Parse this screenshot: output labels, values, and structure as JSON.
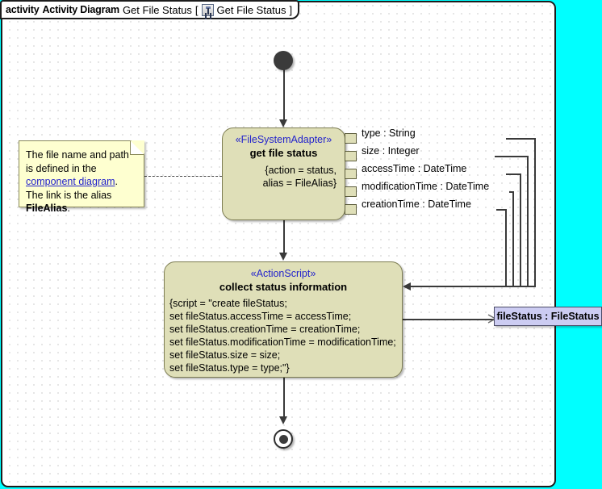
{
  "header": {
    "keyword": "activity",
    "diagram_type": "Activity Diagram",
    "diagram_name": "Get File Status",
    "bracket_open": "[",
    "icon": "activity-diagram-icon",
    "context_name": "Get File Status",
    "bracket_close": "]"
  },
  "canvas": {
    "background": "#ffffff",
    "outside_background": "#00ffff",
    "grid": "dot-grid-10px"
  },
  "nodes": {
    "initial": {
      "name": "initial-node",
      "shape": "filled-circle"
    },
    "final": {
      "name": "activity-final-node",
      "shape": "bullseye"
    },
    "action1": {
      "stereotype": "«FileSystemAdapter»",
      "name": "get file status",
      "body_line1": "{action = status,",
      "body_line2": "alias = FileAlias}",
      "fill": "#dfdfb8",
      "border": "#7d7d52"
    },
    "action2": {
      "stereotype": "«ActionScript»",
      "name": "collect status information",
      "body": [
        "{script = \"create fileStatus;",
        "set fileStatus.accessTime = accessTime;",
        "set fileStatus.creationTime = creationTime;",
        "set fileStatus.modificationTime = modificationTime;",
        "set fileStatus.size = size;",
        "set fileStatus.type = type;\"}"
      ],
      "fill": "#dfdfb8",
      "border": "#7d7d52"
    }
  },
  "pins": [
    {
      "label": "type : String"
    },
    {
      "label": "size : Integer"
    },
    {
      "label": "accessTime : DateTime"
    },
    {
      "label": "modificationTime : DateTime"
    },
    {
      "label": "creationTime : DateTime"
    }
  ],
  "object_node": {
    "label": "fileStatus : FileStatus",
    "fill": "#ccccf2",
    "border": "#4a4a66"
  },
  "note": {
    "text_part1": "The file name and path is defined in the ",
    "link_text": "component diagram",
    "text_part2": ". The link is the alias ",
    "bold_text": "FileAlias",
    "text_part3": ".",
    "fill": "#feffd0"
  }
}
